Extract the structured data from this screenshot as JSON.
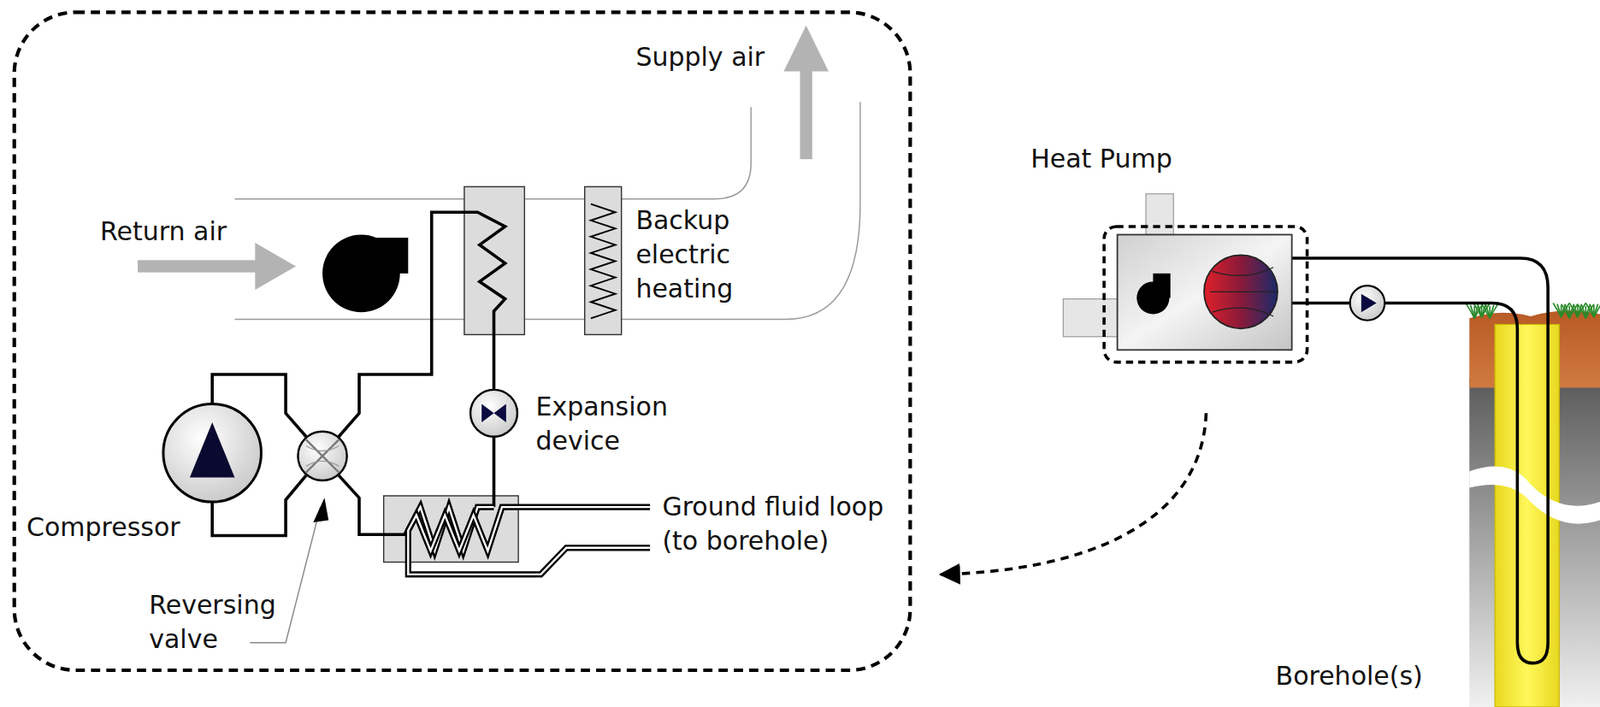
{
  "diagram": {
    "nodes": [
      {
        "text": [
          "Heat Pump"
        ]
      }
    ],
    "labels": [
      "Supply air",
      "Return air",
      "Backup electric heating",
      "Expansion device",
      "Ground fluid loop (to borehole)",
      "Compressor",
      "Reversing valve",
      "Borehole(s)"
    ]
  }
}
